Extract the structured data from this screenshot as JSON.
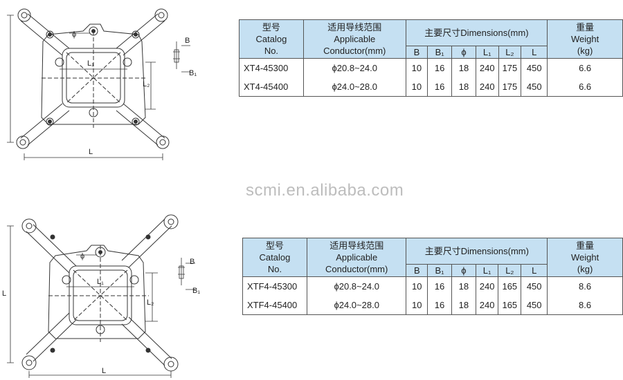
{
  "watermark": "scmi.en.alibaba.com",
  "header": {
    "catalog": "型号\nCatalog\nNo.",
    "conductor": "适用导线范围\nApplicable\nConductor(mm)",
    "dimensions": "主要尺寸Dimensions(mm)",
    "weight": "重量\nWeight\n(kg)",
    "cols": [
      "B",
      "B₁",
      "ϕ",
      "L₁",
      "L₂",
      "L"
    ]
  },
  "tables": [
    {
      "rows": [
        {
          "catalog": "XT4-45300",
          "conductor": "ϕ20.8~24.0",
          "B": "10",
          "B1": "16",
          "phi": "18",
          "L1": "240",
          "L2": "175",
          "L": "450",
          "weight": "6.6"
        },
        {
          "catalog": "XT4-45400",
          "conductor": "ϕ24.0~28.0",
          "B": "10",
          "B1": "16",
          "phi": "18",
          "L1": "240",
          "L2": "175",
          "L": "450",
          "weight": "6.6"
        }
      ]
    },
    {
      "rows": [
        {
          "catalog": "XTF4-45300",
          "conductor": "ϕ20.8~24.0",
          "B": "10",
          "B1": "16",
          "phi": "18",
          "L1": "240",
          "L2": "165",
          "L": "450",
          "weight": "8.6"
        },
        {
          "catalog": "XTF4-45400",
          "conductor": "ϕ24.0~28.0",
          "B": "10",
          "B1": "16",
          "phi": "18",
          "L1": "240",
          "L2": "165",
          "L": "450",
          "weight": "8.6"
        }
      ]
    }
  ],
  "drawing_labels": {
    "phi": "ϕ",
    "L1": "L₁",
    "L2": "L₂",
    "L": "L",
    "B": "B",
    "B1": "B₁"
  }
}
